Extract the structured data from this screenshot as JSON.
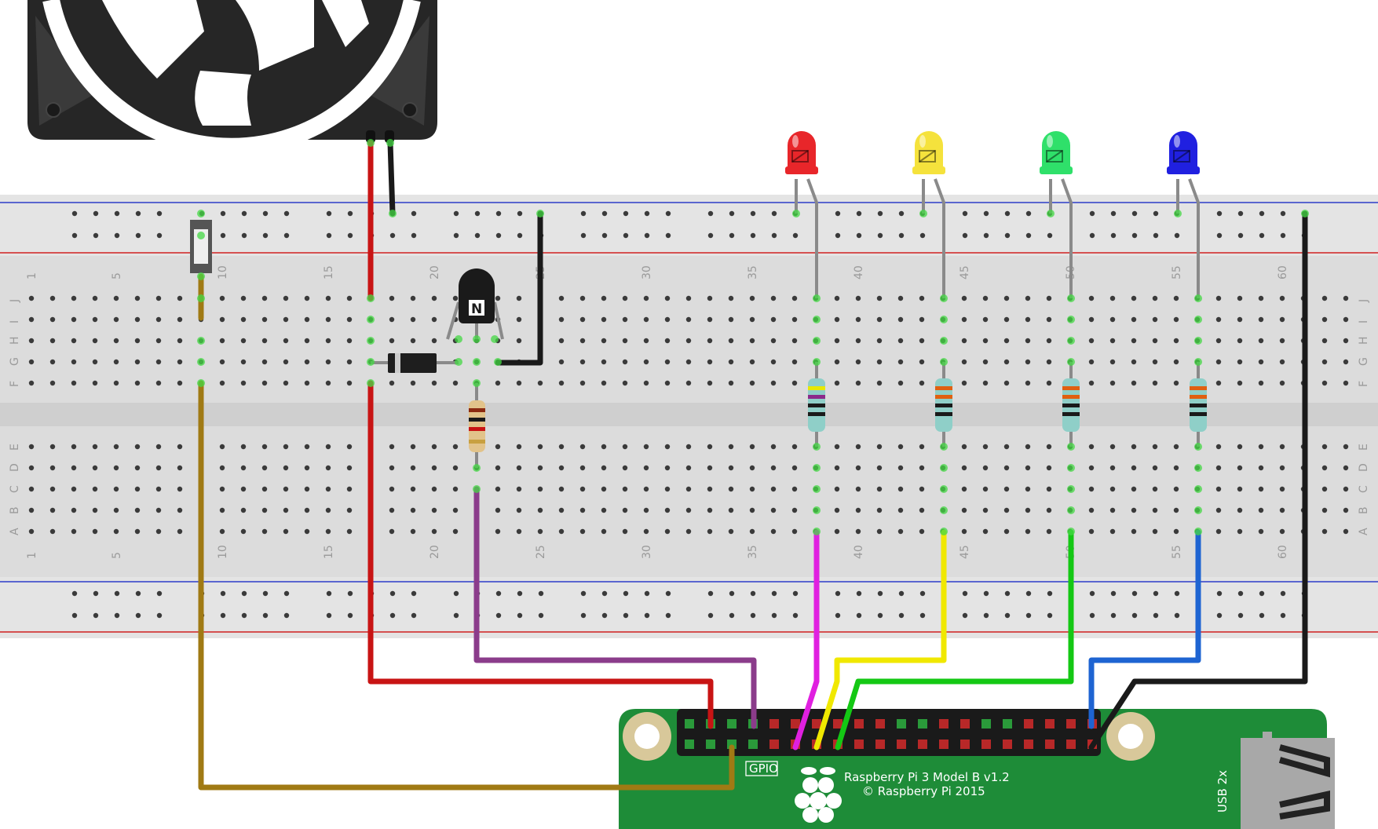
{
  "breadboard": {
    "column_numbers": [
      "1",
      "5",
      "10",
      "15",
      "20",
      "25",
      "30",
      "35",
      "40",
      "45",
      "50",
      "55",
      "60"
    ],
    "row_letters_top": [
      "J",
      "I",
      "H",
      "G",
      "F"
    ],
    "row_letters_bottom": [
      "E",
      "D",
      "C",
      "B",
      "A"
    ]
  },
  "raspberry_pi": {
    "model_label": "Raspberry Pi 3 Model B v1.2",
    "copyright_label": "© Raspberry Pi 2015",
    "gpio_label": "GPIO",
    "usb_label": "USB 2x"
  },
  "components": {
    "transistor_label": "N",
    "leds": [
      {
        "name": "red",
        "color": "#e8262a"
      },
      {
        "name": "yellow",
        "color": "#f5e23c"
      },
      {
        "name": "green",
        "color": "#2fe06a"
      },
      {
        "name": "blue",
        "color": "#2020e0"
      }
    ]
  },
  "wire_colors": {
    "red": "#c81414",
    "black": "#1a1a1a",
    "olive": "#a07a14",
    "purple": "#8b3c8b",
    "magenta": "#e020e0",
    "yellow": "#f0e800",
    "green": "#14c814",
    "blue": "#1e64d2",
    "gray": "#8a8a8a"
  }
}
